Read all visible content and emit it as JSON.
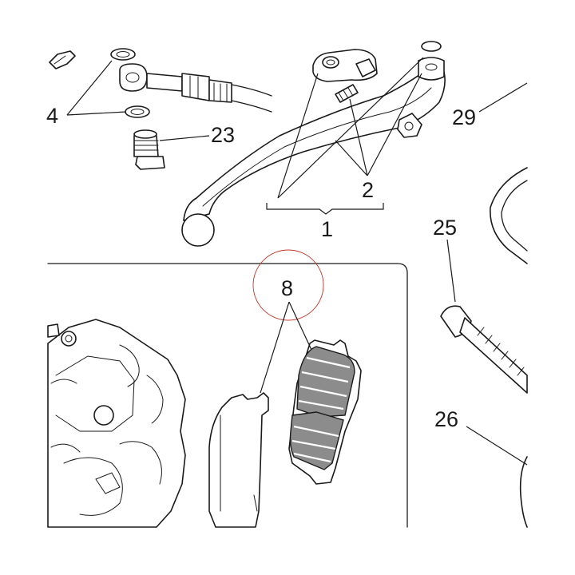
{
  "callouts": {
    "c4": "4",
    "c23": "23",
    "c29": "29",
    "c2": "2",
    "c1": "1",
    "c25": "25",
    "c8": "8",
    "c26": "26"
  },
  "colors": {
    "line": "#1a1a1a",
    "highlight_circle": "#c0392b",
    "pad_friction": "#8c8c8c",
    "background": "#ffffff"
  }
}
